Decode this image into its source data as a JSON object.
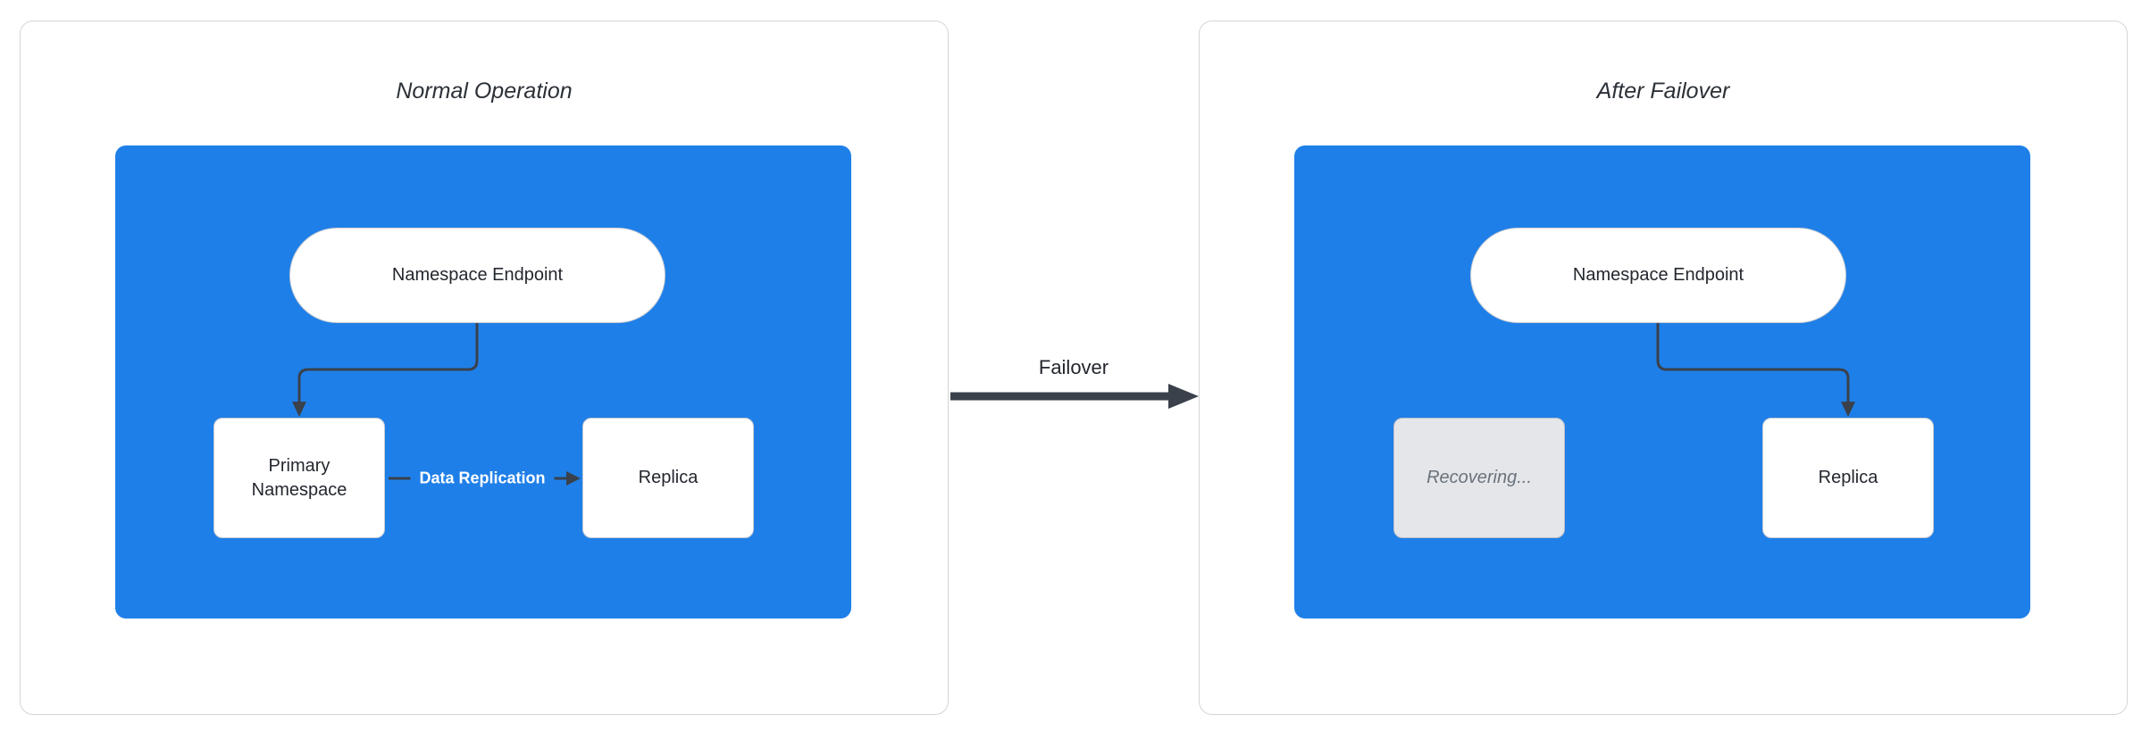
{
  "diagram": {
    "failover_label": "Failover",
    "panels": [
      {
        "title": "Normal Operation",
        "nodes": {
          "endpoint": "Namespace Endpoint",
          "primary": "Primary Namespace",
          "replica": "Replica"
        },
        "edge_label": "Data Replication"
      },
      {
        "title": "After Failover",
        "nodes": {
          "endpoint": "Namespace Endpoint",
          "recovering": "Recovering...",
          "replica": "Replica"
        }
      }
    ],
    "colors": {
      "cluster_fill": "#1f7fe8",
      "node_fill": "#ffffff",
      "node_border": "#c6cad1",
      "node_text": "#23272e",
      "arrow": "#3a414b",
      "edge_label_text": "#ffffff",
      "recovering_fill": "#e4e6ea",
      "recovering_border": "#b9bec6",
      "recovering_text": "#6a727c",
      "panel_border": "#d2d5d9",
      "background": "#ffffff"
    }
  }
}
